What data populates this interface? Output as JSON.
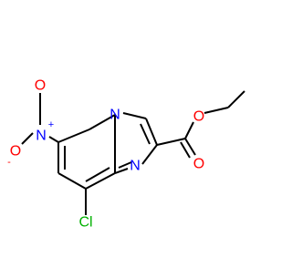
{
  "molecule": {
    "atoms": {
      "ester_o_single": "O",
      "ester_o_double": "O",
      "imidazole_n": "N",
      "bridge_n": "N",
      "nitro_n": "N",
      "nitro_o_single": "O",
      "nitro_o_double": "O",
      "chlorine": "Cl"
    },
    "charges": {
      "nitro_n": "+",
      "nitro_o": "-"
    },
    "colors": {
      "bond": "#000000",
      "oxygen": "#ff0000",
      "nitrogen": "#0000ff",
      "chlorine": "#00b000",
      "carbon": "#000000"
    }
  }
}
